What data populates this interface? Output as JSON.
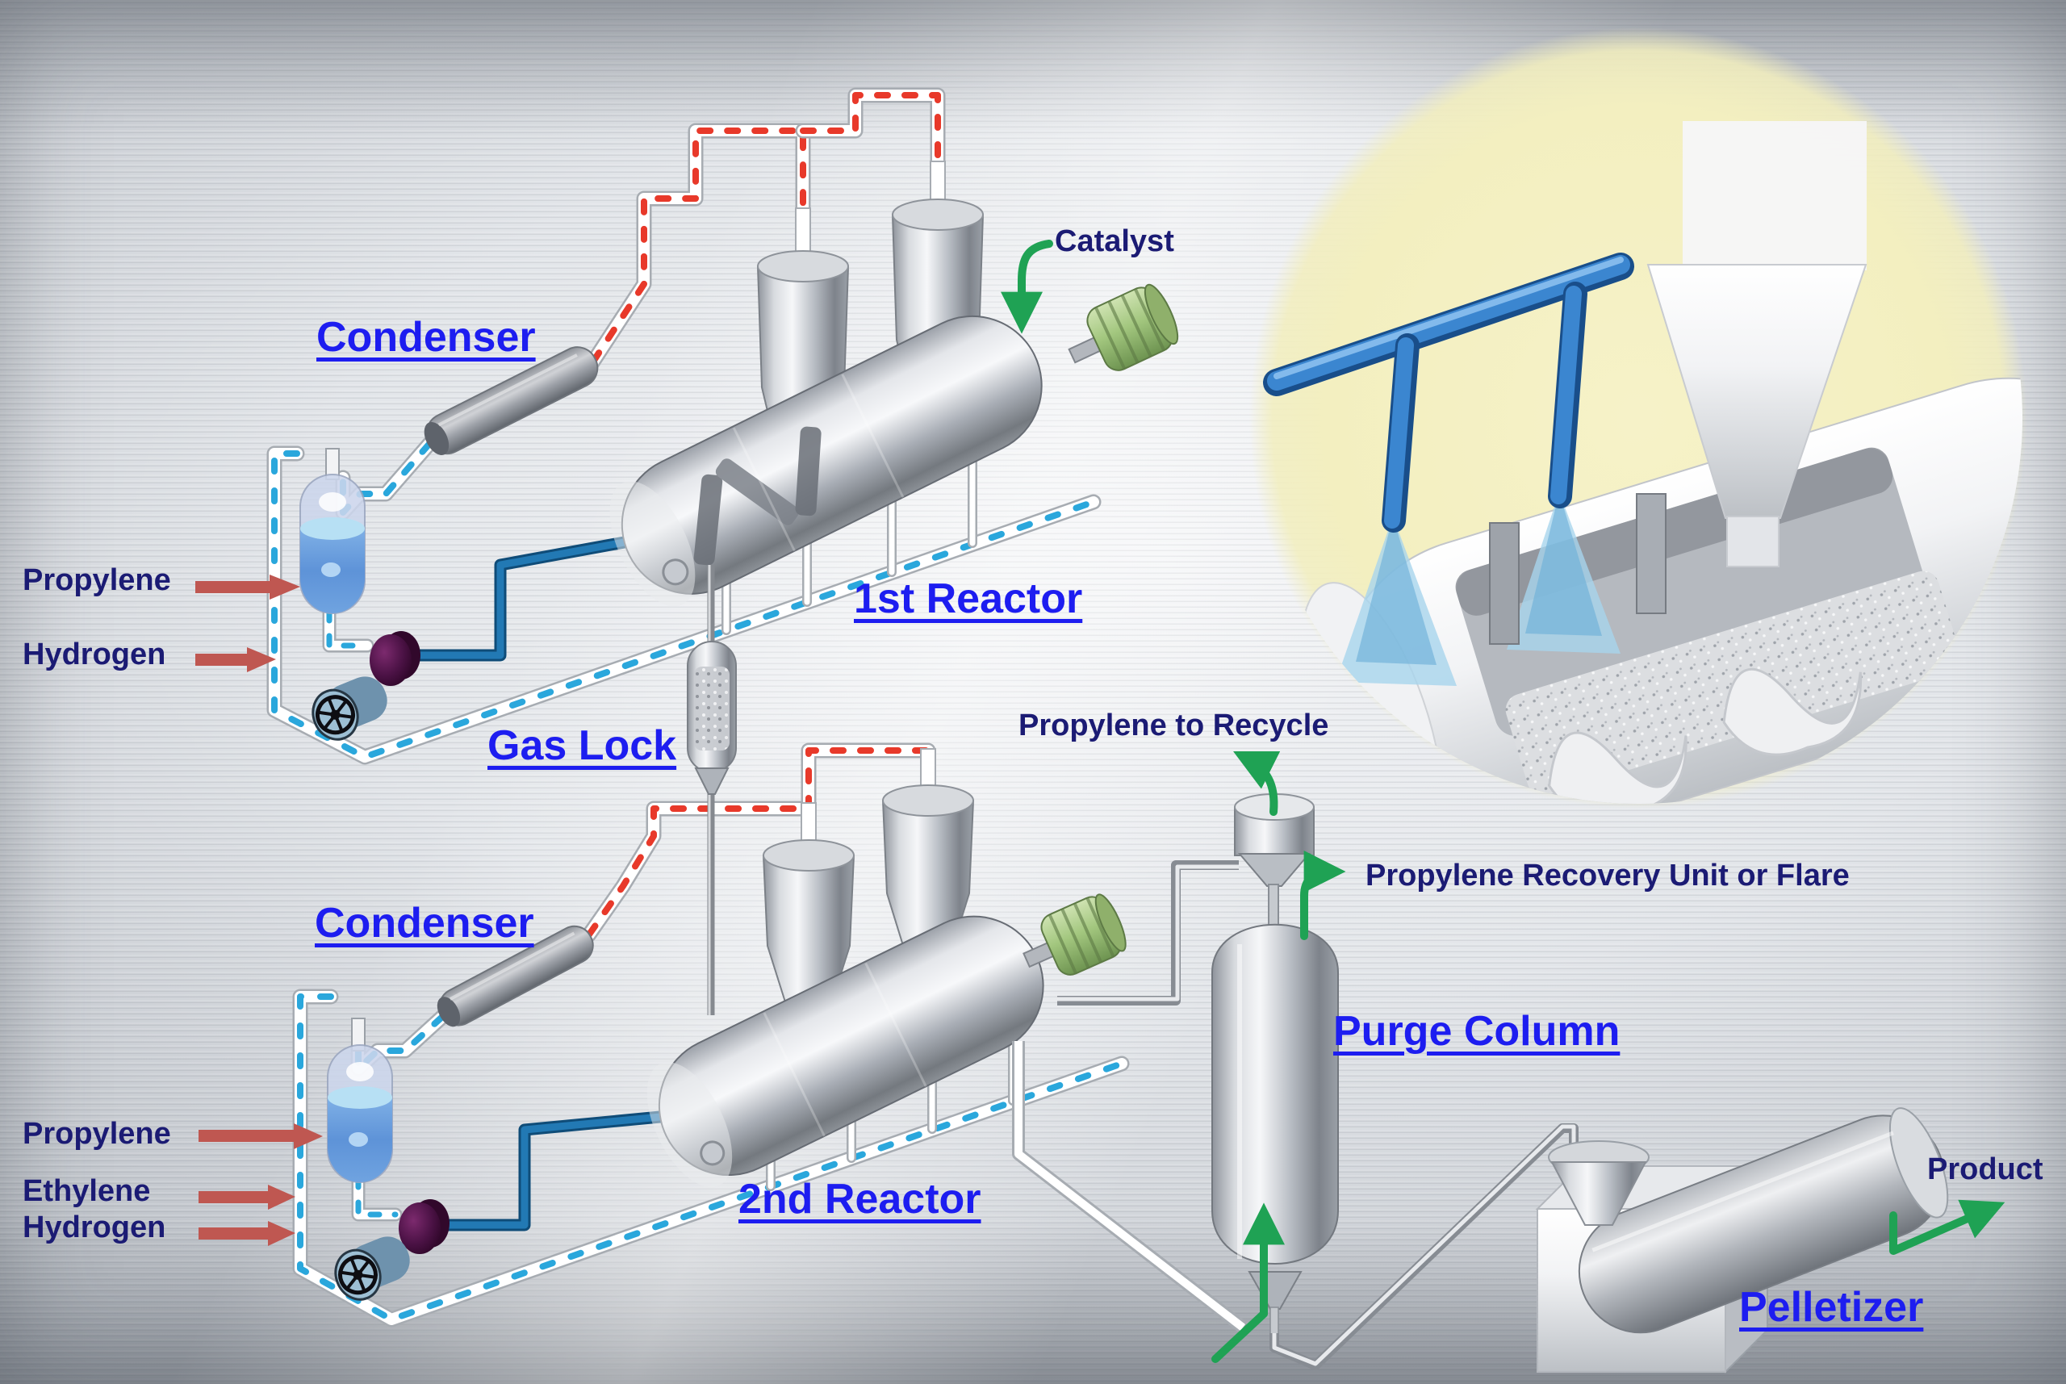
{
  "diagram": {
    "labels": {
      "condenser_1": "Condenser",
      "catalyst": "Catalyst",
      "first_reactor": "1st Reactor",
      "gas_lock": "Gas Lock",
      "propylene_1": "Propylene",
      "hydrogen_1": "Hydrogen",
      "condenser_2": "Condenser",
      "second_reactor": "2nd Reactor",
      "propylene_2": "Propylene",
      "ethylene_2": "Ethylene",
      "hydrogen_2": "Hydrogen",
      "propylene_to_recycle": "Propylene to Recycle",
      "propylene_recovery_unit": "Propylene Recovery Unit  or Flare",
      "purge_column": "Purge Column",
      "pelletizer": "Pelletizer",
      "product": "Product"
    },
    "colors": {
      "heading_blue": "#1d1df0",
      "label_navy": "#1b1b74",
      "arrow_green": "#1fa254",
      "arrow_red": "#bf5751",
      "pipe_hot_red": "#e8392a",
      "pipe_cold_blue": "#2aa7dc",
      "pipe_loop_teal": "#1a6aa2",
      "inset_yellow": "#f3efc3",
      "metal_light": "#eceef1",
      "metal_dark": "#878d96",
      "motor_green": "#a3c77f",
      "liquid_blue": "#5e93d8",
      "pump_purple": "#4b1245"
    },
    "icons": {
      "feed-arrow-icon": "→",
      "flow-arrow-icon": "↑",
      "compressor-wheel-icon": "✛"
    }
  }
}
